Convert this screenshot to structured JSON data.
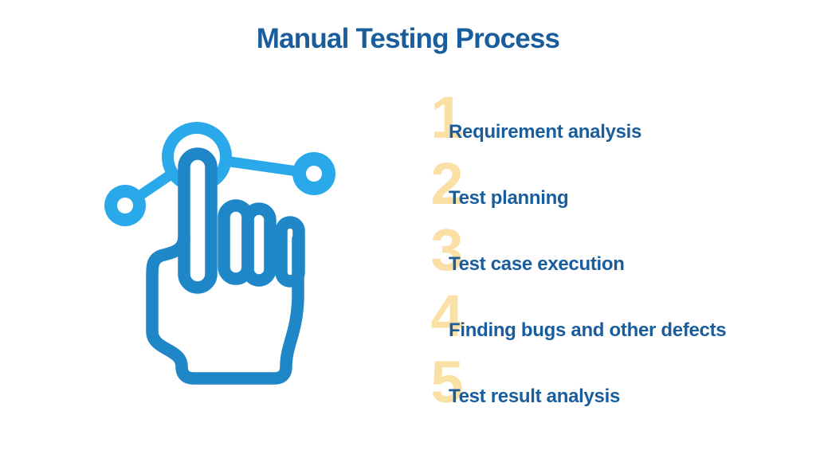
{
  "title": "Manual Testing Process",
  "steps": [
    {
      "number": "1",
      "label": "Requirement analysis"
    },
    {
      "number": "2",
      "label": "Test planning"
    },
    {
      "number": "3",
      "label": "Test case execution"
    },
    {
      "number": "4",
      "label": "Finding bugs and other defects"
    },
    {
      "number": "5",
      "label": "Test result analysis"
    }
  ],
  "icon": {
    "name": "touch-gesture-network-icon"
  },
  "colors": {
    "background": "#FFFFFF",
    "title_blue": "#1A5D9D",
    "label_blue": "#1A5D9D",
    "number_cream": "#FAE0A4",
    "hand_blue": "#1F86C7",
    "network_blue": "#29A9EA"
  }
}
